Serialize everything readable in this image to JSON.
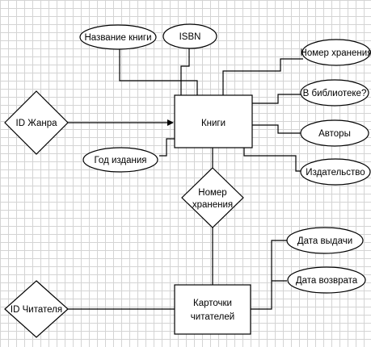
{
  "entities": {
    "books": "Книги",
    "reader_cards_line1": "Карточки",
    "reader_cards_line2": "читателей"
  },
  "relationships": {
    "genre_id": "ID Жанра",
    "storage_number_line1": "Номер",
    "storage_number_line2": "хранения",
    "reader_id": "ID Читателя"
  },
  "attributes": {
    "book_title": "Название книги",
    "isbn": "ISBN",
    "storage_number": "Номер хранения",
    "in_library": "В библиотеке?",
    "authors": "Авторы",
    "publisher": "Издательство",
    "publication_year": "Год издания",
    "issue_date": "Дата выдачи",
    "return_date": "Дата возврата"
  }
}
